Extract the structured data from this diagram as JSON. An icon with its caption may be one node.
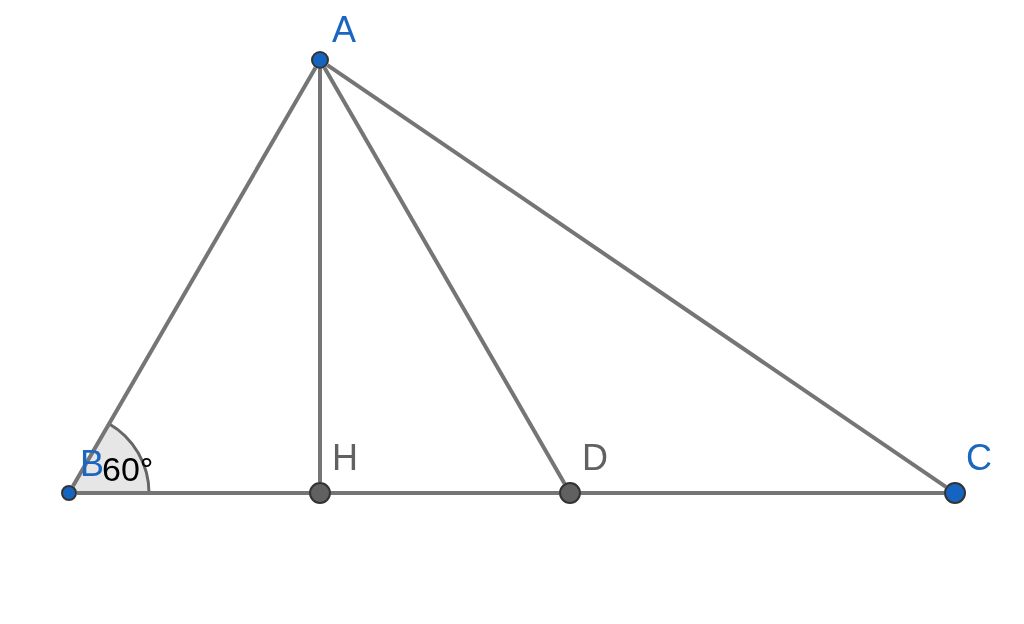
{
  "diagram": {
    "nodes": [
      {
        "text": [],
        "shape": "circle",
        "beside": [
          "A"
        ]
      },
      {
        "text": [],
        "shape": "circle",
        "beside": [
          "B"
        ]
      },
      {
        "text": [],
        "shape": "circle",
        "beside": [
          "H"
        ]
      },
      {
        "text": [],
        "shape": "circle",
        "beside": [
          "D"
        ]
      },
      {
        "text": [],
        "shape": "circle",
        "beside": [
          "C"
        ]
      }
    ],
    "edges": [
      {
        "from": 0,
        "to": 1,
        "arrow": "none"
      },
      {
        "from": 0,
        "to": 2,
        "arrow": "none"
      },
      {
        "from": 0,
        "to": 3,
        "arrow": "none"
      },
      {
        "from": 0,
        "to": 4,
        "arrow": "none"
      },
      {
        "from": 1,
        "to": 2,
        "arrow": "none"
      },
      {
        "from": 2,
        "to": 3,
        "arrow": "none"
      },
      {
        "from": 3,
        "to": 4,
        "arrow": "none"
      }
    ],
    "labels": [
      "60°"
    ]
  }
}
